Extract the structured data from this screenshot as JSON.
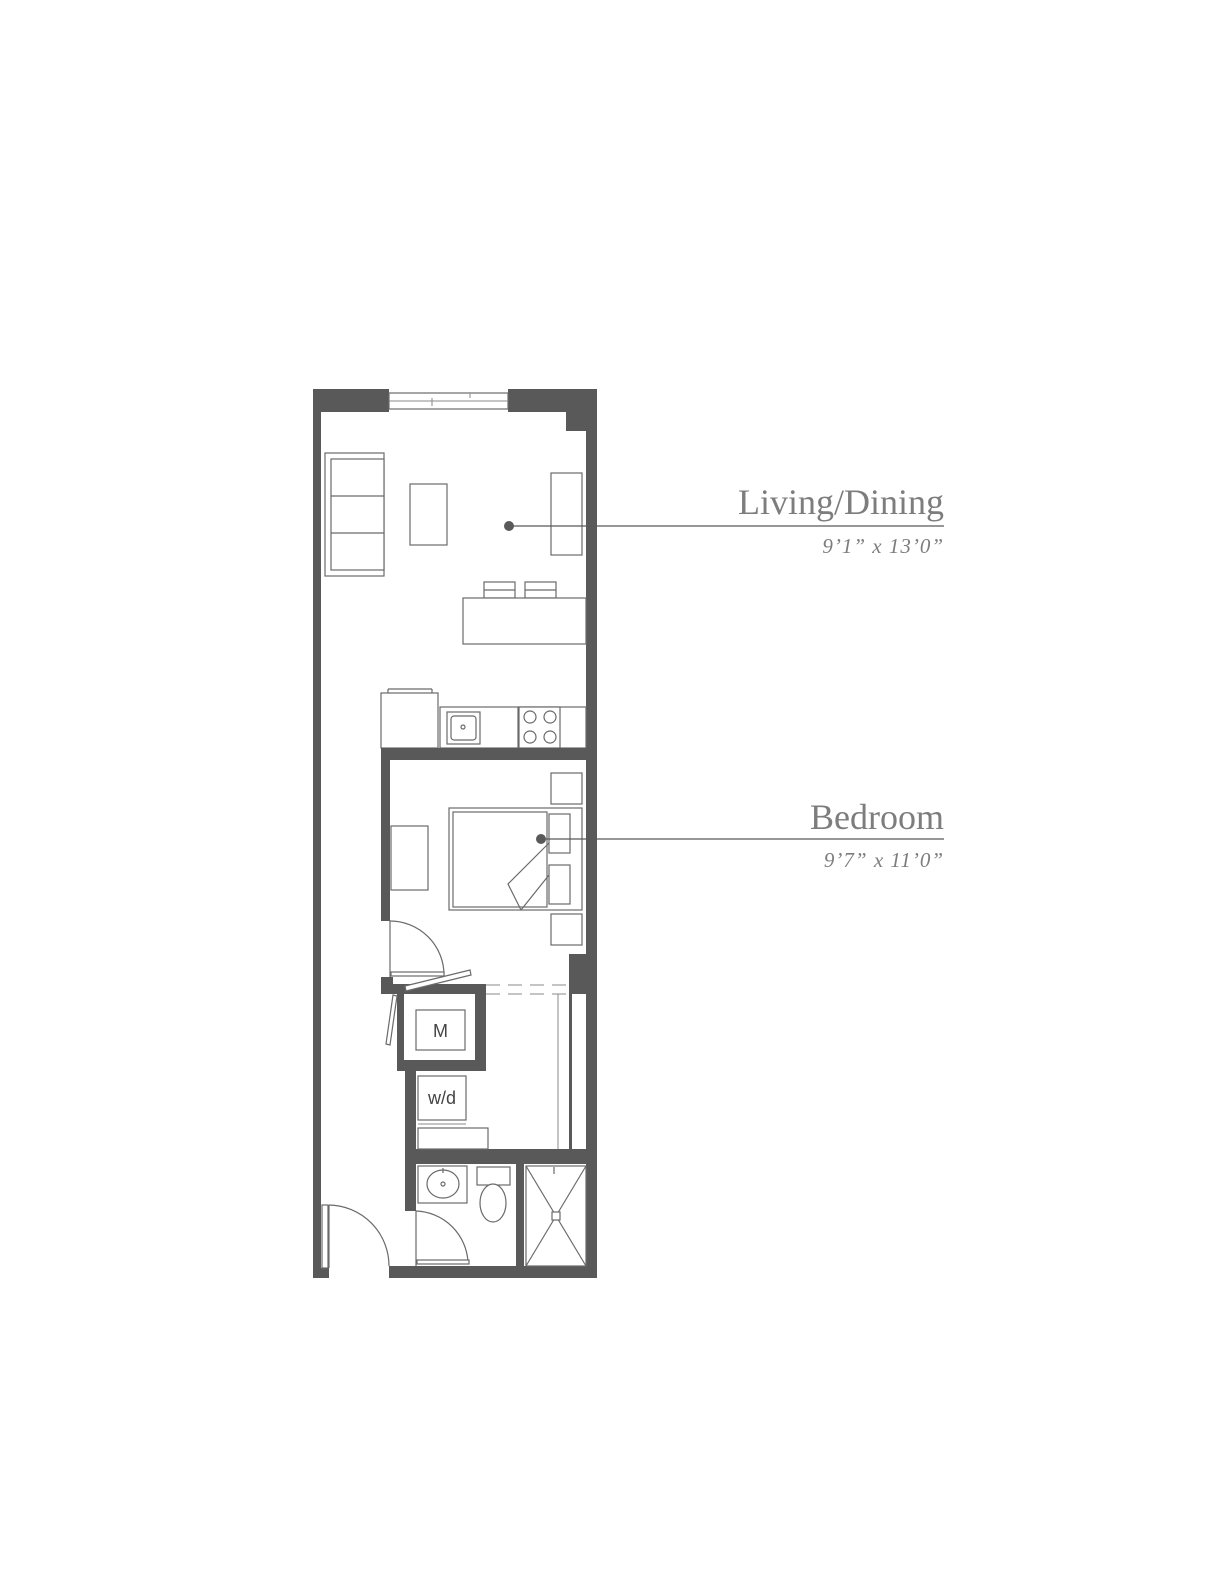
{
  "rooms": [
    {
      "name": "Living/Dining",
      "dimensions": "9’1” x  13’0”"
    },
    {
      "name": "Bedroom",
      "dimensions": "9’7” x 11’0”"
    }
  ],
  "fixture_labels": {
    "mechanical": "M",
    "washer_dryer": "w/d"
  },
  "colors": {
    "wall": "#595959",
    "label": "#7d7d7d",
    "background": "#ffffff"
  }
}
